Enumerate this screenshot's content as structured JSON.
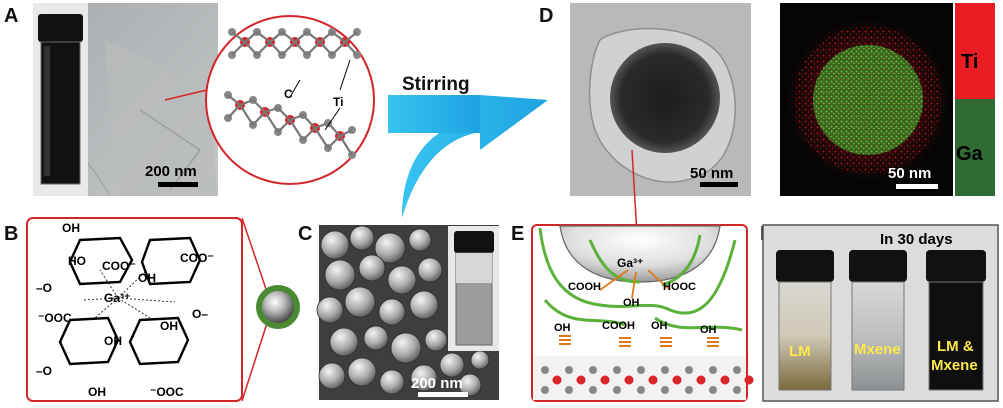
{
  "panels": {
    "A": "A",
    "B": "B",
    "C": "C",
    "D": "D",
    "E": "E",
    "F": "F"
  },
  "panel_A": {
    "scale_bar": "200 nm",
    "atom_label_c": "C",
    "atom_label_ti": "Ti"
  },
  "arrow": {
    "label": "Stirring"
  },
  "panel_B": {
    "oh_top_left": "OH",
    "ho": "HO",
    "coo_center": "COO⁻",
    "oh_center": "OH",
    "coo_top_right": "COO⁻",
    "o_left": "–O",
    "ion": "Ga³⁺",
    "ooc_left": "⁻OOC",
    "oh_left_mid": "OH",
    "oh_right_mid": "OH",
    "o_right": "O–",
    "o_bottom_left": "–O",
    "oh_bottom": "OH",
    "ooc_bottom_right": "⁻OOC"
  },
  "panel_C": {
    "scale_bar": "200 nm"
  },
  "panel_D": {
    "scale_bar_tem": "50 nm",
    "scale_bar_map": "50 nm",
    "legend_ti": "Ti",
    "legend_ga": "Ga"
  },
  "panel_E": {
    "ion": "Ga³⁺",
    "cooh_left": "COOH",
    "hooc_right": "HOOC",
    "oh_mid": "OH",
    "cooh_bottom": "COOH",
    "oh_bottom": "OH",
    "oh_far_left": "OH",
    "oh_far_right": "OH"
  },
  "panel_F": {
    "title": "In 30 days",
    "vials": [
      "LM",
      "Mxene",
      "LM &",
      "Mxene"
    ]
  },
  "colors": {
    "accent_red": "#d2262a",
    "arrow_blue": "#33b6ea",
    "ti_red": "#ea1c24",
    "ga_green": "#2f6b33",
    "polymer_green": "#5bb13a"
  }
}
